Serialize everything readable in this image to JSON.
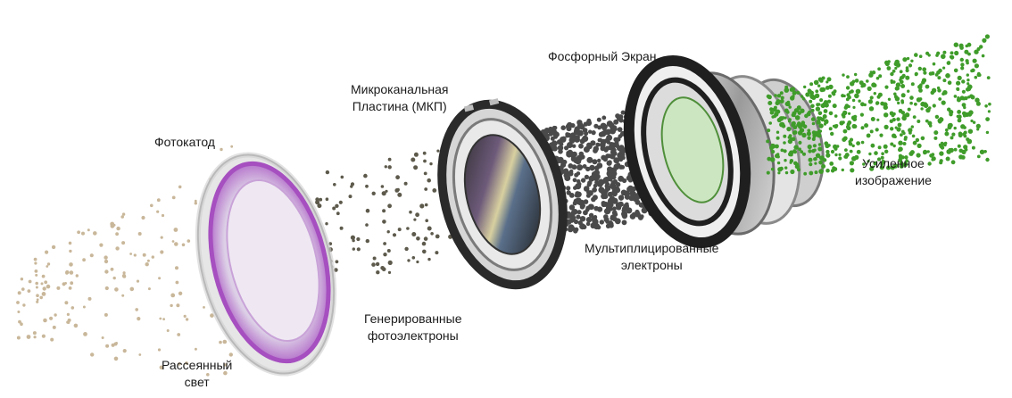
{
  "labels": {
    "photocathode": {
      "lines": [
        "Фотокатод"
      ]
    },
    "mcp": {
      "lines": [
        "Микроканальная",
        "Пластина (МКП)"
      ]
    },
    "phosphor": {
      "lines": [
        "Фосфорный Экран"
      ]
    },
    "amplified": {
      "lines": [
        "Усиленное",
        "изображение"
      ]
    },
    "multiplied": {
      "lines": [
        "Мультиплицированные",
        "электроны"
      ]
    },
    "generated": {
      "lines": [
        "Генерированные",
        "фотоэлектроны"
      ]
    },
    "scattered": {
      "lines": [
        "Рассеянный",
        "свет"
      ]
    }
  },
  "colors": {
    "light_particles": "#c9b79a",
    "photoelectrons": "#5d5a4c",
    "multiplied_electrons": "#4a4a4a",
    "image_particles": "#3f9c2a",
    "photocathode_tint": "#a64fc0",
    "metal": "#b8b8b8",
    "dark_ring": "#1f1f1f"
  }
}
